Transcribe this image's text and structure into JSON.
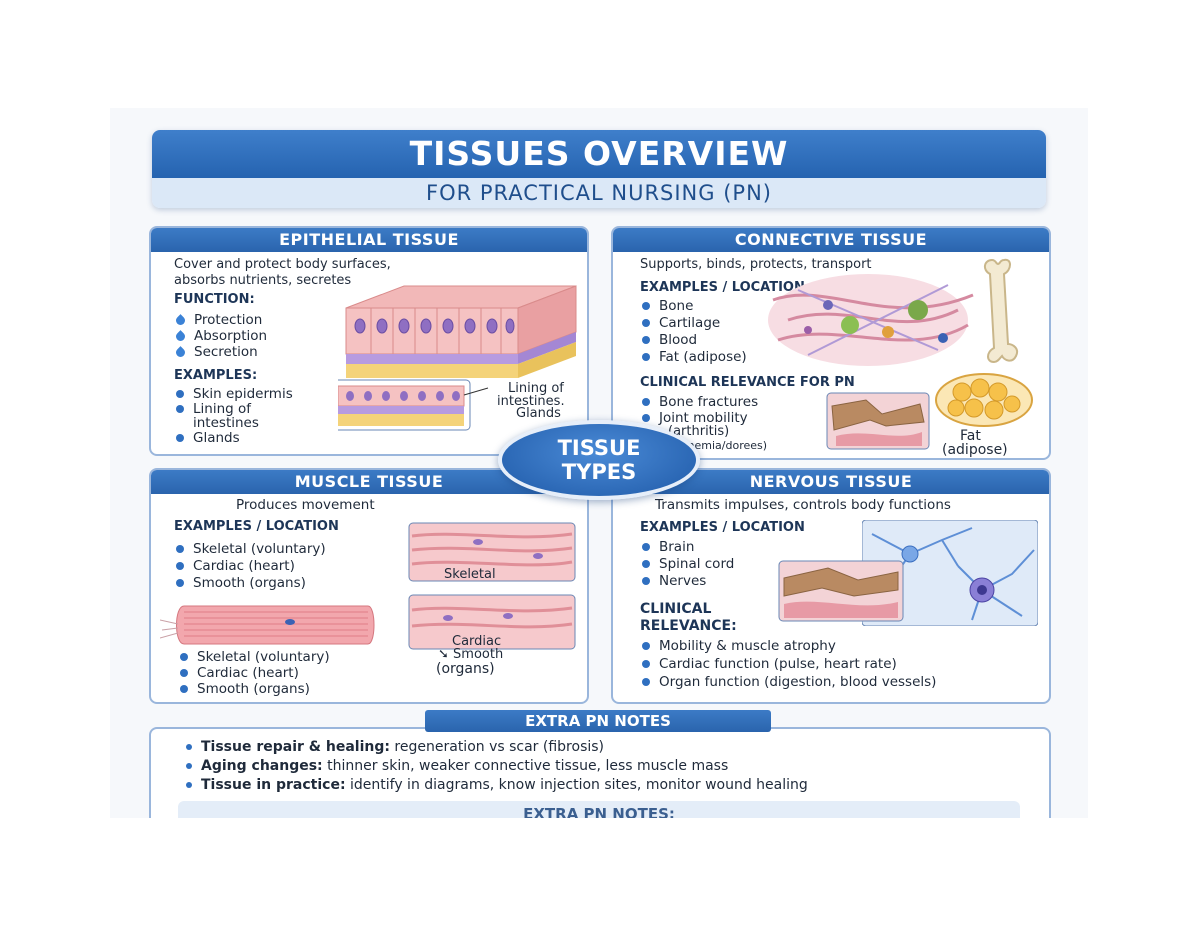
{
  "title": {
    "main": "TISSUES OVERVIEW",
    "sub": "FOR PRACTICAL NURSING (PN)"
  },
  "badge": {
    "line1": "TISSUE",
    "line2": "TYPES"
  },
  "epithelial": {
    "heading": "EPITHELIAL TISSUE",
    "desc1": "Cover and protect body surfaces,",
    "desc2": "absorbs nutrients, secretes",
    "function_label": "FUNCTION:",
    "functions": [
      "Protection",
      "Absorption",
      "Secretion"
    ],
    "examples_label": "EXAMPLES:",
    "examples": [
      "Skin epidermis",
      "Lining of",
      "intestines",
      "Glands"
    ],
    "callout1": "Lining of",
    "callout2": "intestines.",
    "callout3": "Glands"
  },
  "connective": {
    "heading": "CONNECTIVE TISSUE",
    "desc": "Supports, binds, protects, transport",
    "examples_label": "EXAMPLES / LOCATION",
    "examples": [
      "Bone",
      "Cartilage",
      "Blood",
      "Fat (adipose)"
    ],
    "clinical_label": "CLINICAL RELEVANCE FOR PN",
    "clinical": [
      "Bone fractures",
      "Joint mobility",
      "(arthritis)",
      "Anemia/dorees)"
    ],
    "fat_label1": "Fat",
    "fat_label2": "(adipose)"
  },
  "muscle": {
    "heading": "MUSCLE TISSUE",
    "desc": "Produces movement",
    "examples_label": "EXAMPLES / LOCATION",
    "examples": [
      "Skeletal (voluntary)",
      "Cardiac (heart)",
      "Smooth (organs)"
    ],
    "examples2": [
      "Skeletal (voluntary)",
      "Cardiac (heart)",
      "Smooth (organs)"
    ],
    "img_skeletal": "Skeletal",
    "img_cardiac": "Cardiac",
    "img_smooth": "Smooth",
    "img_organs": "(organs)"
  },
  "nervous": {
    "heading": "NERVOUS TISSUE",
    "desc": "Transmits impulses, controls body functions",
    "examples_label": "EXAMPLES / LOCATION",
    "examples": [
      "Brain",
      "Spinal cord",
      "Nerves"
    ],
    "clinical_label1": "CLINICAL",
    "clinical_label2": "RELEVANCE:",
    "clinical": [
      "Mobility & muscle atrophy",
      "Cardiac function (pulse, heart rate)",
      "Organ function (digestion, blood vessels)"
    ]
  },
  "notes": {
    "heading": "EXTRA PN NOTES",
    "items": [
      {
        "bold": "Tissue repair & healing:",
        "text": " regeneration vs scar (fibrosis)"
      },
      {
        "bold": "Aging changes:",
        "text": " thinner skin, weaker connective tissue, less muscle mass"
      },
      {
        "bold": "Tissue in practice:",
        "text": " identify in diagrams, know injection sites, monitor wound healing"
      }
    ],
    "footer": "EXTRA PN NOTES:"
  },
  "colors": {
    "header_blue": "#2a64ad",
    "panel_border": "#9ab6dc",
    "bullet_blue": "#2f6fc0"
  }
}
